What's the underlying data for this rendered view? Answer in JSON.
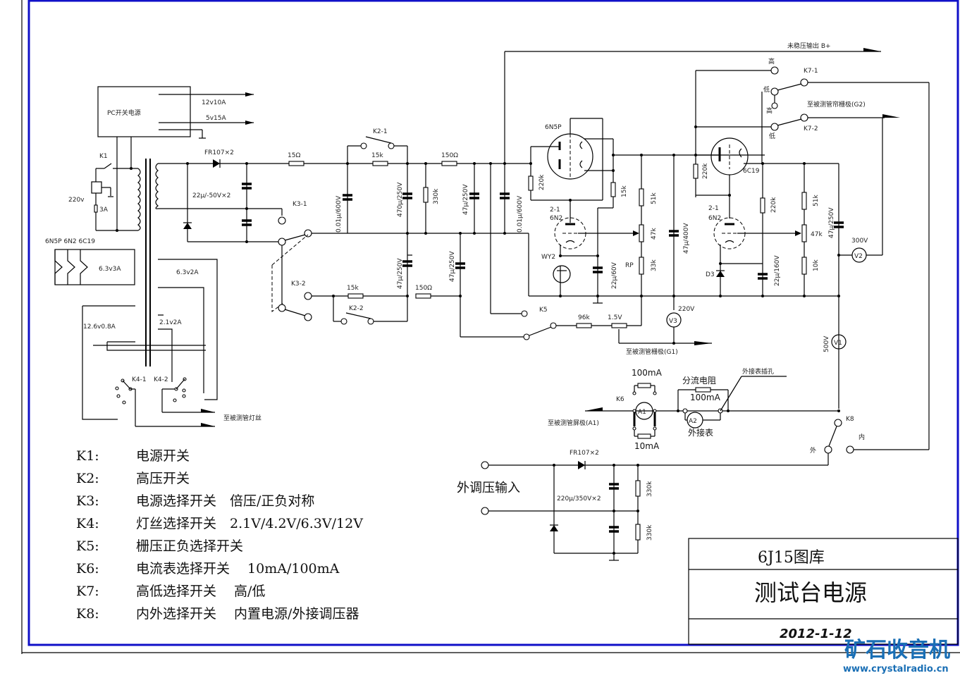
{
  "title_block": {
    "library": "6J15图库",
    "title": "测试台电源",
    "date": "2012-1-12"
  },
  "watermark": {
    "name": "矿石收音机",
    "url": "www.crystalradio.cn"
  },
  "colors": {
    "frame_border": "#1010c8",
    "watermark": "#1a6fb5",
    "line": "#000000"
  },
  "legend": [
    {
      "key": "K1:",
      "desc": "电源开关"
    },
    {
      "key": "K2:",
      "desc": "高压开关"
    },
    {
      "key": "K3:",
      "desc": "电源选择开关　倍压/正负对称"
    },
    {
      "key": "K4:",
      "desc": "灯丝选择开关　2.1V/4.2V/6.3V/12V"
    },
    {
      "key": "K5:",
      "desc": "栅压正负选择开关"
    },
    {
      "key": "K6:",
      "desc": "电流表选择开关　 10mA/100mA"
    },
    {
      "key": "K7:",
      "desc": "高低选择开关　 高/低"
    },
    {
      "key": "K8:",
      "desc": "内外选择开关　 内置电源/外接调压器"
    }
  ],
  "labels": {
    "pc_psu": "PC开关电源",
    "out_12v": "12v10A",
    "out_5v": "5v15A",
    "k1": "K1",
    "mains": "220v",
    "fuse": "3A",
    "diode_top": "FR107×2",
    "cap_doubler": "22μ/-50V×2",
    "r15": "15Ω",
    "k3_1": "K3-1",
    "k3_2": "K3-2",
    "k2_1": "K2-1",
    "k2_2": "K2-2",
    "r15k_a": "15k",
    "r15k_b": "15k",
    "r150_a": "150Ω",
    "r150_b": "150Ω",
    "c001_a": "0.01μ/600V",
    "c470": "470μ/250V",
    "r330k_a": "330k",
    "c47_a": "47μ/250V",
    "c47_b": "47μ/250V",
    "c47_c": "47μ/250V",
    "c001_b": "0.01μ/600V",
    "tube_6n5p": "6N5P",
    "r220k_a": "220k",
    "r15k_c": "15k",
    "tube_6n2_a_half": "2-1",
    "tube_6n2_a": "6N2",
    "vr2": "WY2",
    "c22_a": "22μ/60V",
    "r51k_a": "51k",
    "r47k_a": "47k",
    "r_rp": "RP",
    "r33k": "33k",
    "c47_400": "47μ/400V",
    "v3_label": "220V",
    "tube_6c19": "6C19",
    "r220k_b": "220k",
    "r220k_c": "220k",
    "tube_6n2_b_half": "2-1",
    "tube_6n2_b": "6N2",
    "d3": "D3",
    "c22_b": "22μ/160V",
    "r51k_b": "51k",
    "r47k_b": "47k",
    "r10k": "10k",
    "c47_250_b": "47μ/250V",
    "v2_label": "300V",
    "b_plus": "未稳压输出 B+",
    "k7_1": "K7-1",
    "k7_2": "K7-2",
    "high": "高",
    "low": "低",
    "g2_out": "至被测管帘栅极(G2)",
    "k5": "K5",
    "r96k": "96k",
    "pot_15v": "1.5V",
    "g1_out": "至被测管栅极(G1)",
    "v1_label": "500V",
    "k6": "K6",
    "a1_100ma": "100mA",
    "a1_10ma": "10mA",
    "shunt": "分流电阻",
    "shunt_100ma": "100mA",
    "ext_meter": "外接表",
    "ext_jack": "外接表插孔",
    "anode_out": "至被测管屏极(A1)",
    "k8": "K8",
    "outer": "外",
    "inner": "内",
    "fil_tubes": "6N5P 6N2 6C19",
    "fil_63_3a": "6.3v3A",
    "fil_63_2a": "6.3v2A",
    "fil_126": "12.6v0.8A",
    "fil_21": "2.1v2A",
    "k4_1": "K4-1",
    "k4_2": "K4-2",
    "fil_out": "至被测管灯丝",
    "ext_input": "外调压输入",
    "diode_bottom": "FR107×2",
    "cap_bottom": "220μ/350V×2",
    "r330k_b": "330k",
    "r330k_c": "330k",
    "meter_v1": "V1",
    "meter_v2": "V2",
    "meter_v3": "V3",
    "meter_a1": "A1",
    "meter_a2": "A2"
  }
}
